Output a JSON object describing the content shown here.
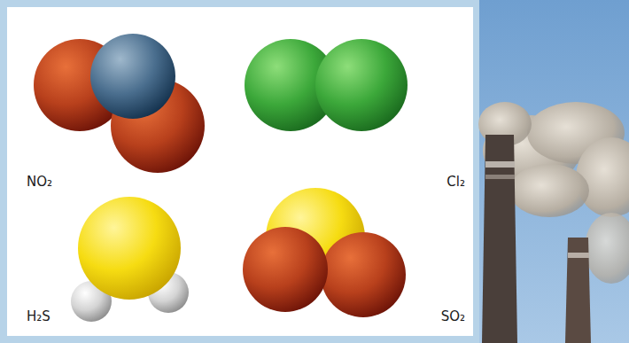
{
  "diagram": {
    "labels": [
      "NO₂",
      "Cl₂",
      "H₂S",
      "SO₂"
    ]
  }
}
